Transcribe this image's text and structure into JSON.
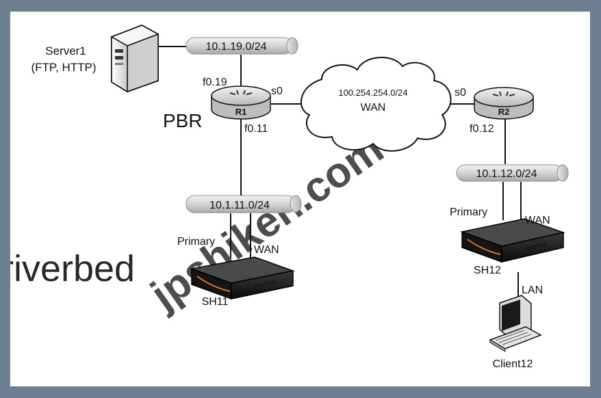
{
  "devices": {
    "server": {
      "name": "Server1",
      "services": "(FTP, HTTP)",
      "icon": "server-icon"
    },
    "r1": {
      "name": "R1",
      "iface_top": "f0.19",
      "iface_bottom": "f0.11",
      "iface_wan": "s0",
      "icon": "router-icon"
    },
    "r2": {
      "name": "R2",
      "iface_wan": "s0",
      "iface_bottom": "f0.12",
      "icon": "router-icon"
    },
    "sh11": {
      "name": "SH11",
      "brand": "riverbed",
      "port_primary": "Primary",
      "port_wan": "WAN",
      "icon": "steelhead-appliance-icon"
    },
    "sh12": {
      "name": "SH12",
      "brand": "riverbed",
      "port_primary": "Primary",
      "port_wan": "WAN",
      "port_lan": "LAN",
      "icon": "steelhead-appliance-icon"
    },
    "client": {
      "name": "Client12",
      "icon": "workstation-icon"
    }
  },
  "networks": {
    "net19": "10.1.19.0/24",
    "net11": "10.1.11.0/24",
    "net12": "10.1.12.0/24",
    "wan_subnet": "100.254.254.0/24",
    "wan_label": "WAN"
  },
  "annotations": {
    "pbr": "PBR",
    "pbr_color": "#cc2a22"
  },
  "watermarks": {
    "brand": "riverbed",
    "brand_color": "#f3a796",
    "site": "jpshiken.com",
    "site_color": "#cfd2d6"
  }
}
